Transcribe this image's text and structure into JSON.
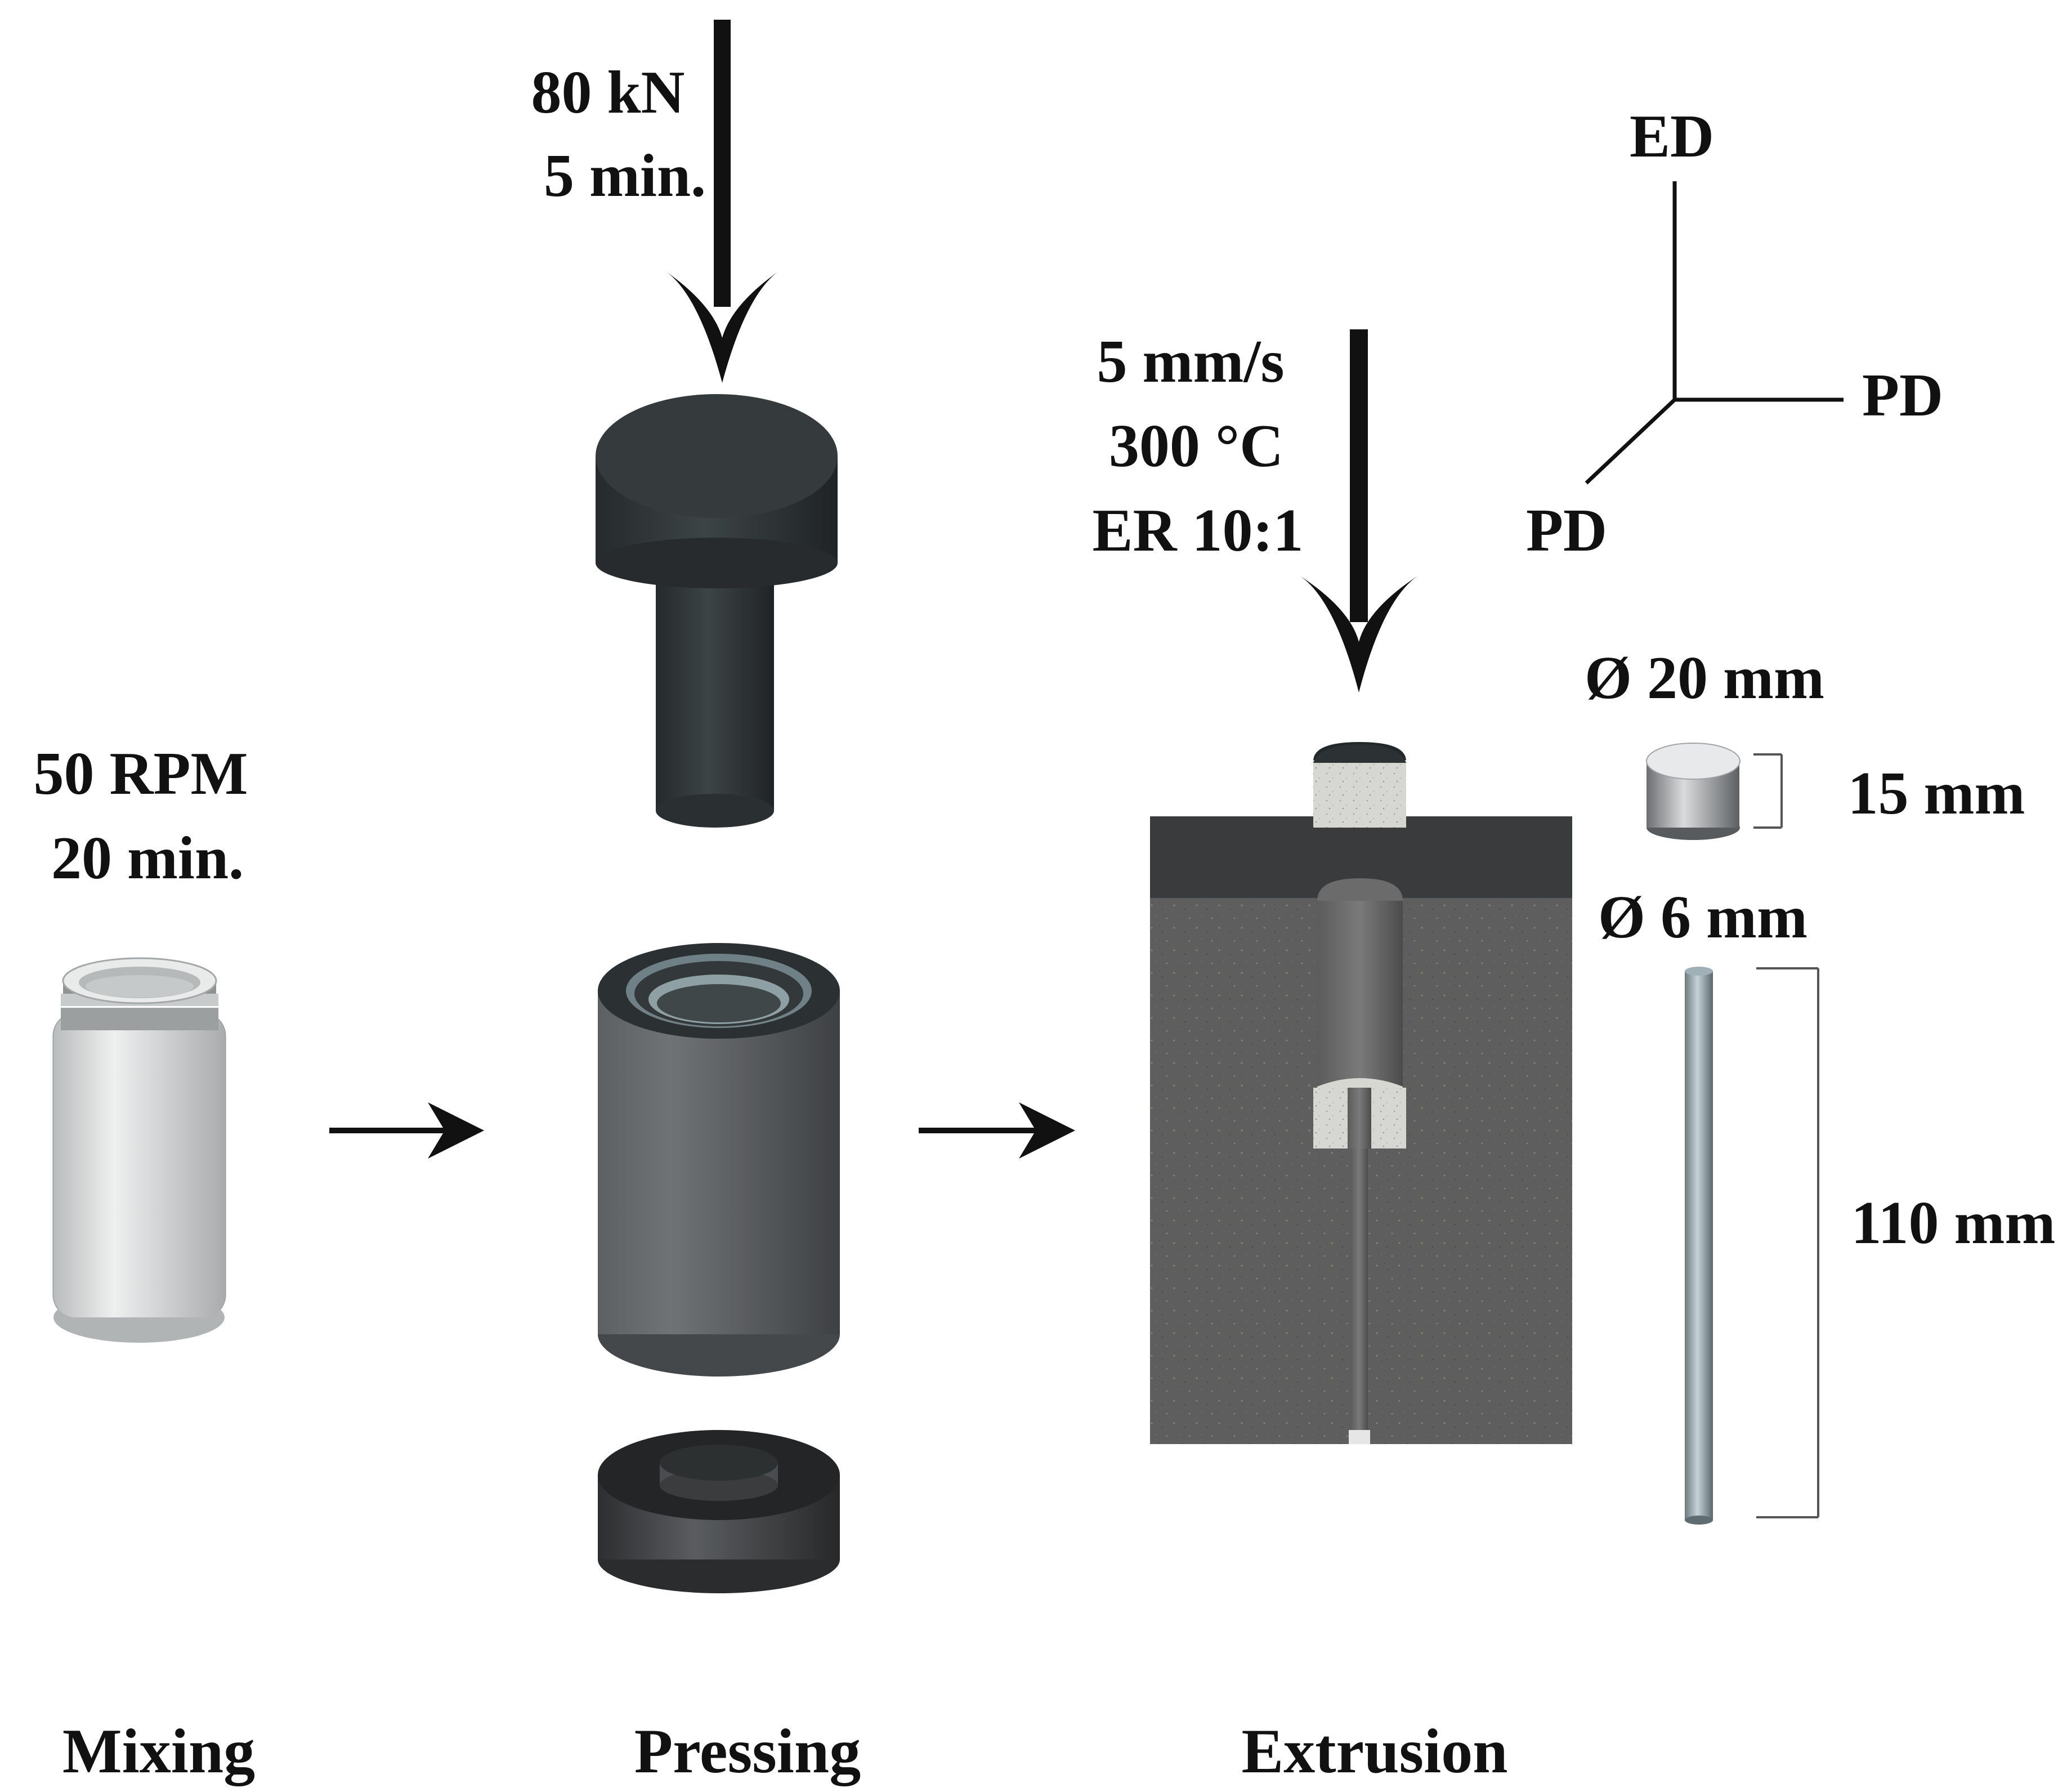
{
  "mixing": {
    "speed": "50 RPM",
    "time": "20 min.",
    "caption": "Mixing"
  },
  "pressing": {
    "force": "80 kN",
    "time": "5 min.",
    "caption": "Pressing"
  },
  "extrusion": {
    "speed": "5 mm/s",
    "temperature": "300 °C",
    "ratio": "ER 10:1",
    "caption": "Extrusion"
  },
  "billet": {
    "diameter": "Ø 20 mm",
    "height": "15 mm"
  },
  "rod": {
    "diameter": "Ø 6 mm",
    "length": "110 mm"
  },
  "axes": {
    "vertical": "ED",
    "horizontal": "PD",
    "diagonal": "PD"
  },
  "colors": {
    "tool_dark": "#2f3537",
    "die_gray": "#5a5a5a",
    "billet_light": "#d8d8d8",
    "jar_light": "#d4d6d6"
  }
}
